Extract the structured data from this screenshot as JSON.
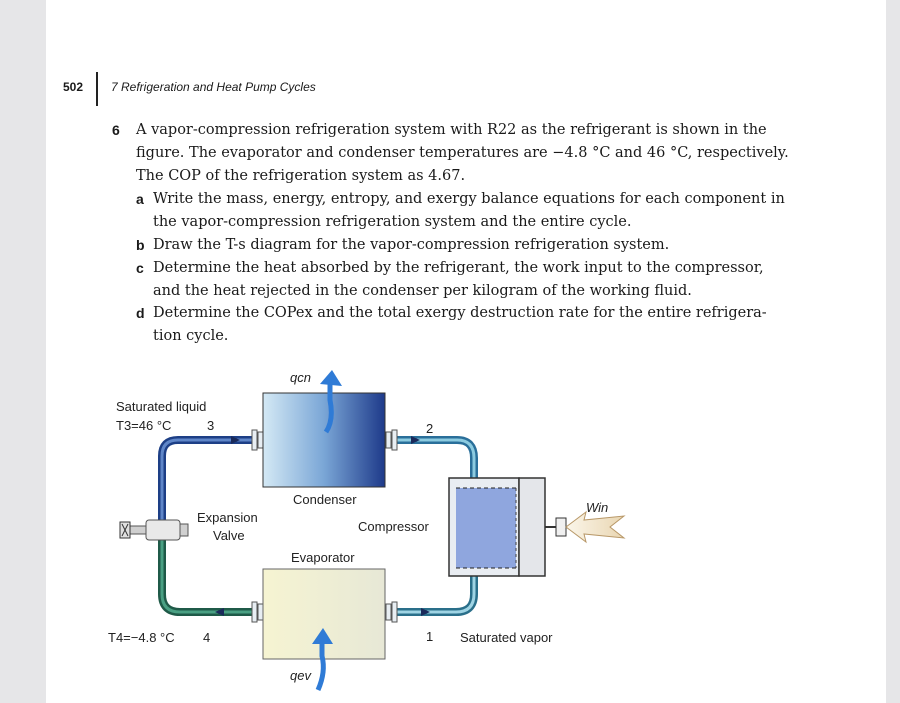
{
  "header": {
    "page_number": "502",
    "chapter_title": "7 Refrigeration and Heat Pump Cycles"
  },
  "problem": {
    "number": "6",
    "stem_lines": [
      "A vapor-compression refrigeration system with R22 as the refrigerant is shown in the",
      "figure. The evaporator and condenser temperatures are −4.8 °C and 46 °C, respectively.",
      "The COP of the refrigeration system as 4.67."
    ],
    "parts": [
      {
        "letter": "a",
        "lines": [
          "Write the mass, energy, entropy, and exergy balance equations for each component in",
          "the vapor-compression refrigeration system and the entire cycle."
        ]
      },
      {
        "letter": "b",
        "lines": [
          "Draw the T-s diagram for the vapor-compression refrigeration system."
        ]
      },
      {
        "letter": "c",
        "lines": [
          "Determine the heat absorbed by the refrigerant, the work input to the compressor,",
          "and the heat rejected in the condenser per kilogram of the working fluid."
        ]
      },
      {
        "letter": "d",
        "lines": [
          "Determine the COPex and the total exergy destruction rate for the entire refrigera-",
          "tion cycle."
        ]
      }
    ]
  },
  "figure": {
    "q_cn": "qcn",
    "q_ev": "qev",
    "w_in": "Win",
    "sat_liquid": "Saturated liquid",
    "t3": "T3=46 °C",
    "state3": "3",
    "state2": "2",
    "state1": "1",
    "state4": "4",
    "t4": "T4=−4.8 °C",
    "sat_vapor": "Saturated vapor",
    "condenser": "Condenser",
    "evaporator": "Evaporator",
    "compressor": "Compressor",
    "expansion_1": "Expansion",
    "expansion_2": "Valve",
    "colors": {
      "condenser_light": "#cfe6f3",
      "condenser_dark": "#24408f",
      "evaporator": "#f3f0c4",
      "pipe_hot": "#2a4d9a",
      "pipe_cool": "#1f6b55",
      "arrow": "#2f7bd6",
      "work_arrow": "#f2e6c8"
    }
  }
}
